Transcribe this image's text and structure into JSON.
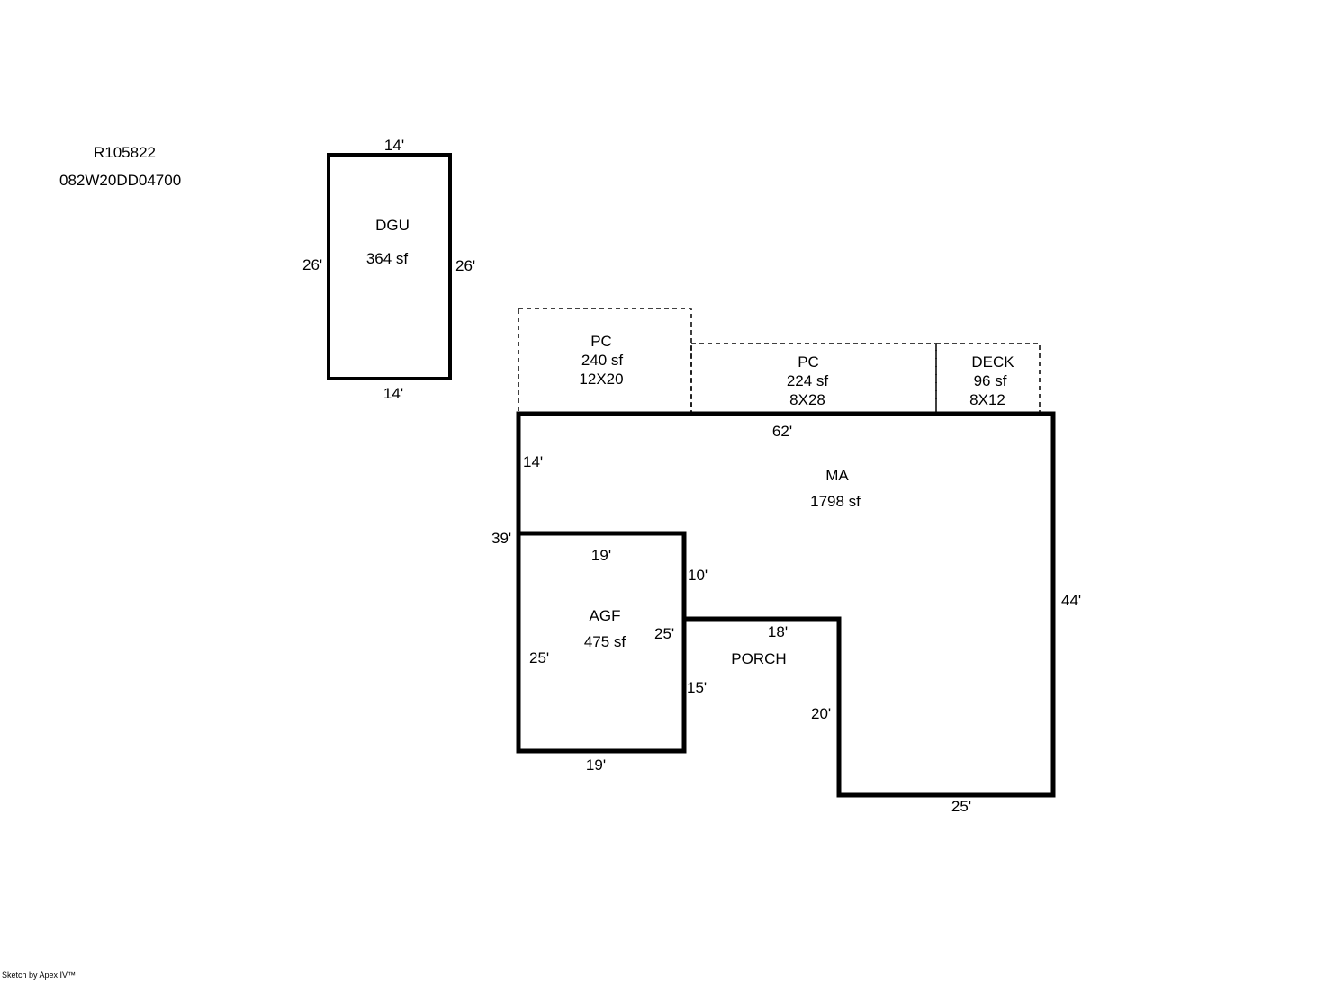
{
  "header": {
    "parcel_id": "R105822",
    "account_id": "082W20DD04700"
  },
  "dgu": {
    "label": "DGU",
    "area": "364 sf",
    "dim_top": "14'",
    "dim_left": "26'",
    "dim_right": "26'",
    "dim_bottom": "14'"
  },
  "pc_left": {
    "label": "PC",
    "area": "240 sf",
    "size": "12X20"
  },
  "pc_right": {
    "label": "PC",
    "area": "224 sf",
    "size": "8X28"
  },
  "deck": {
    "label": "DECK",
    "area": "96 sf",
    "size": "8X12"
  },
  "ma": {
    "label": "MA",
    "area": "1798 sf",
    "dim_top": "62'",
    "dim_left_upper": "14'",
    "dim_left_total": "39'",
    "dim_right": "44'",
    "dim_bottom": "25'"
  },
  "agf": {
    "label": "AGF",
    "area": "475 sf",
    "dim_top": "19'",
    "dim_left": "25'",
    "dim_right": "25'",
    "dim_bottom": "19'"
  },
  "porch": {
    "label": "PORCH",
    "dim_top": "18'",
    "dim_right_upper": "10'",
    "dim_right_lower": "15'",
    "dim_side": "20'"
  },
  "footer": {
    "credit": "Sketch by Apex IV™"
  }
}
